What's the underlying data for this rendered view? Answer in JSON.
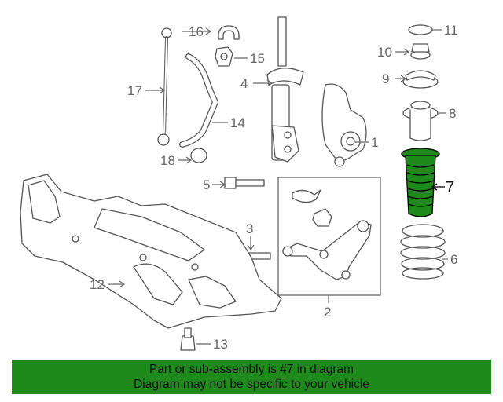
{
  "callouts": {
    "c1": "1",
    "c2": "2",
    "c3": "3",
    "c4": "4",
    "c5": "5",
    "c6": "6",
    "c7": "7",
    "c8": "8",
    "c9": "9",
    "c10": "10",
    "c11": "11",
    "c12": "12",
    "c13": "13",
    "c14": "14",
    "c15": "15",
    "c16": "16",
    "c17": "17",
    "c18": "18"
  },
  "highlight_color": "#1f8a1c",
  "footer": {
    "line1": "Part or sub-assembly is #7 in diagram",
    "line2": "Diagram may not be specific to your vehicle"
  }
}
